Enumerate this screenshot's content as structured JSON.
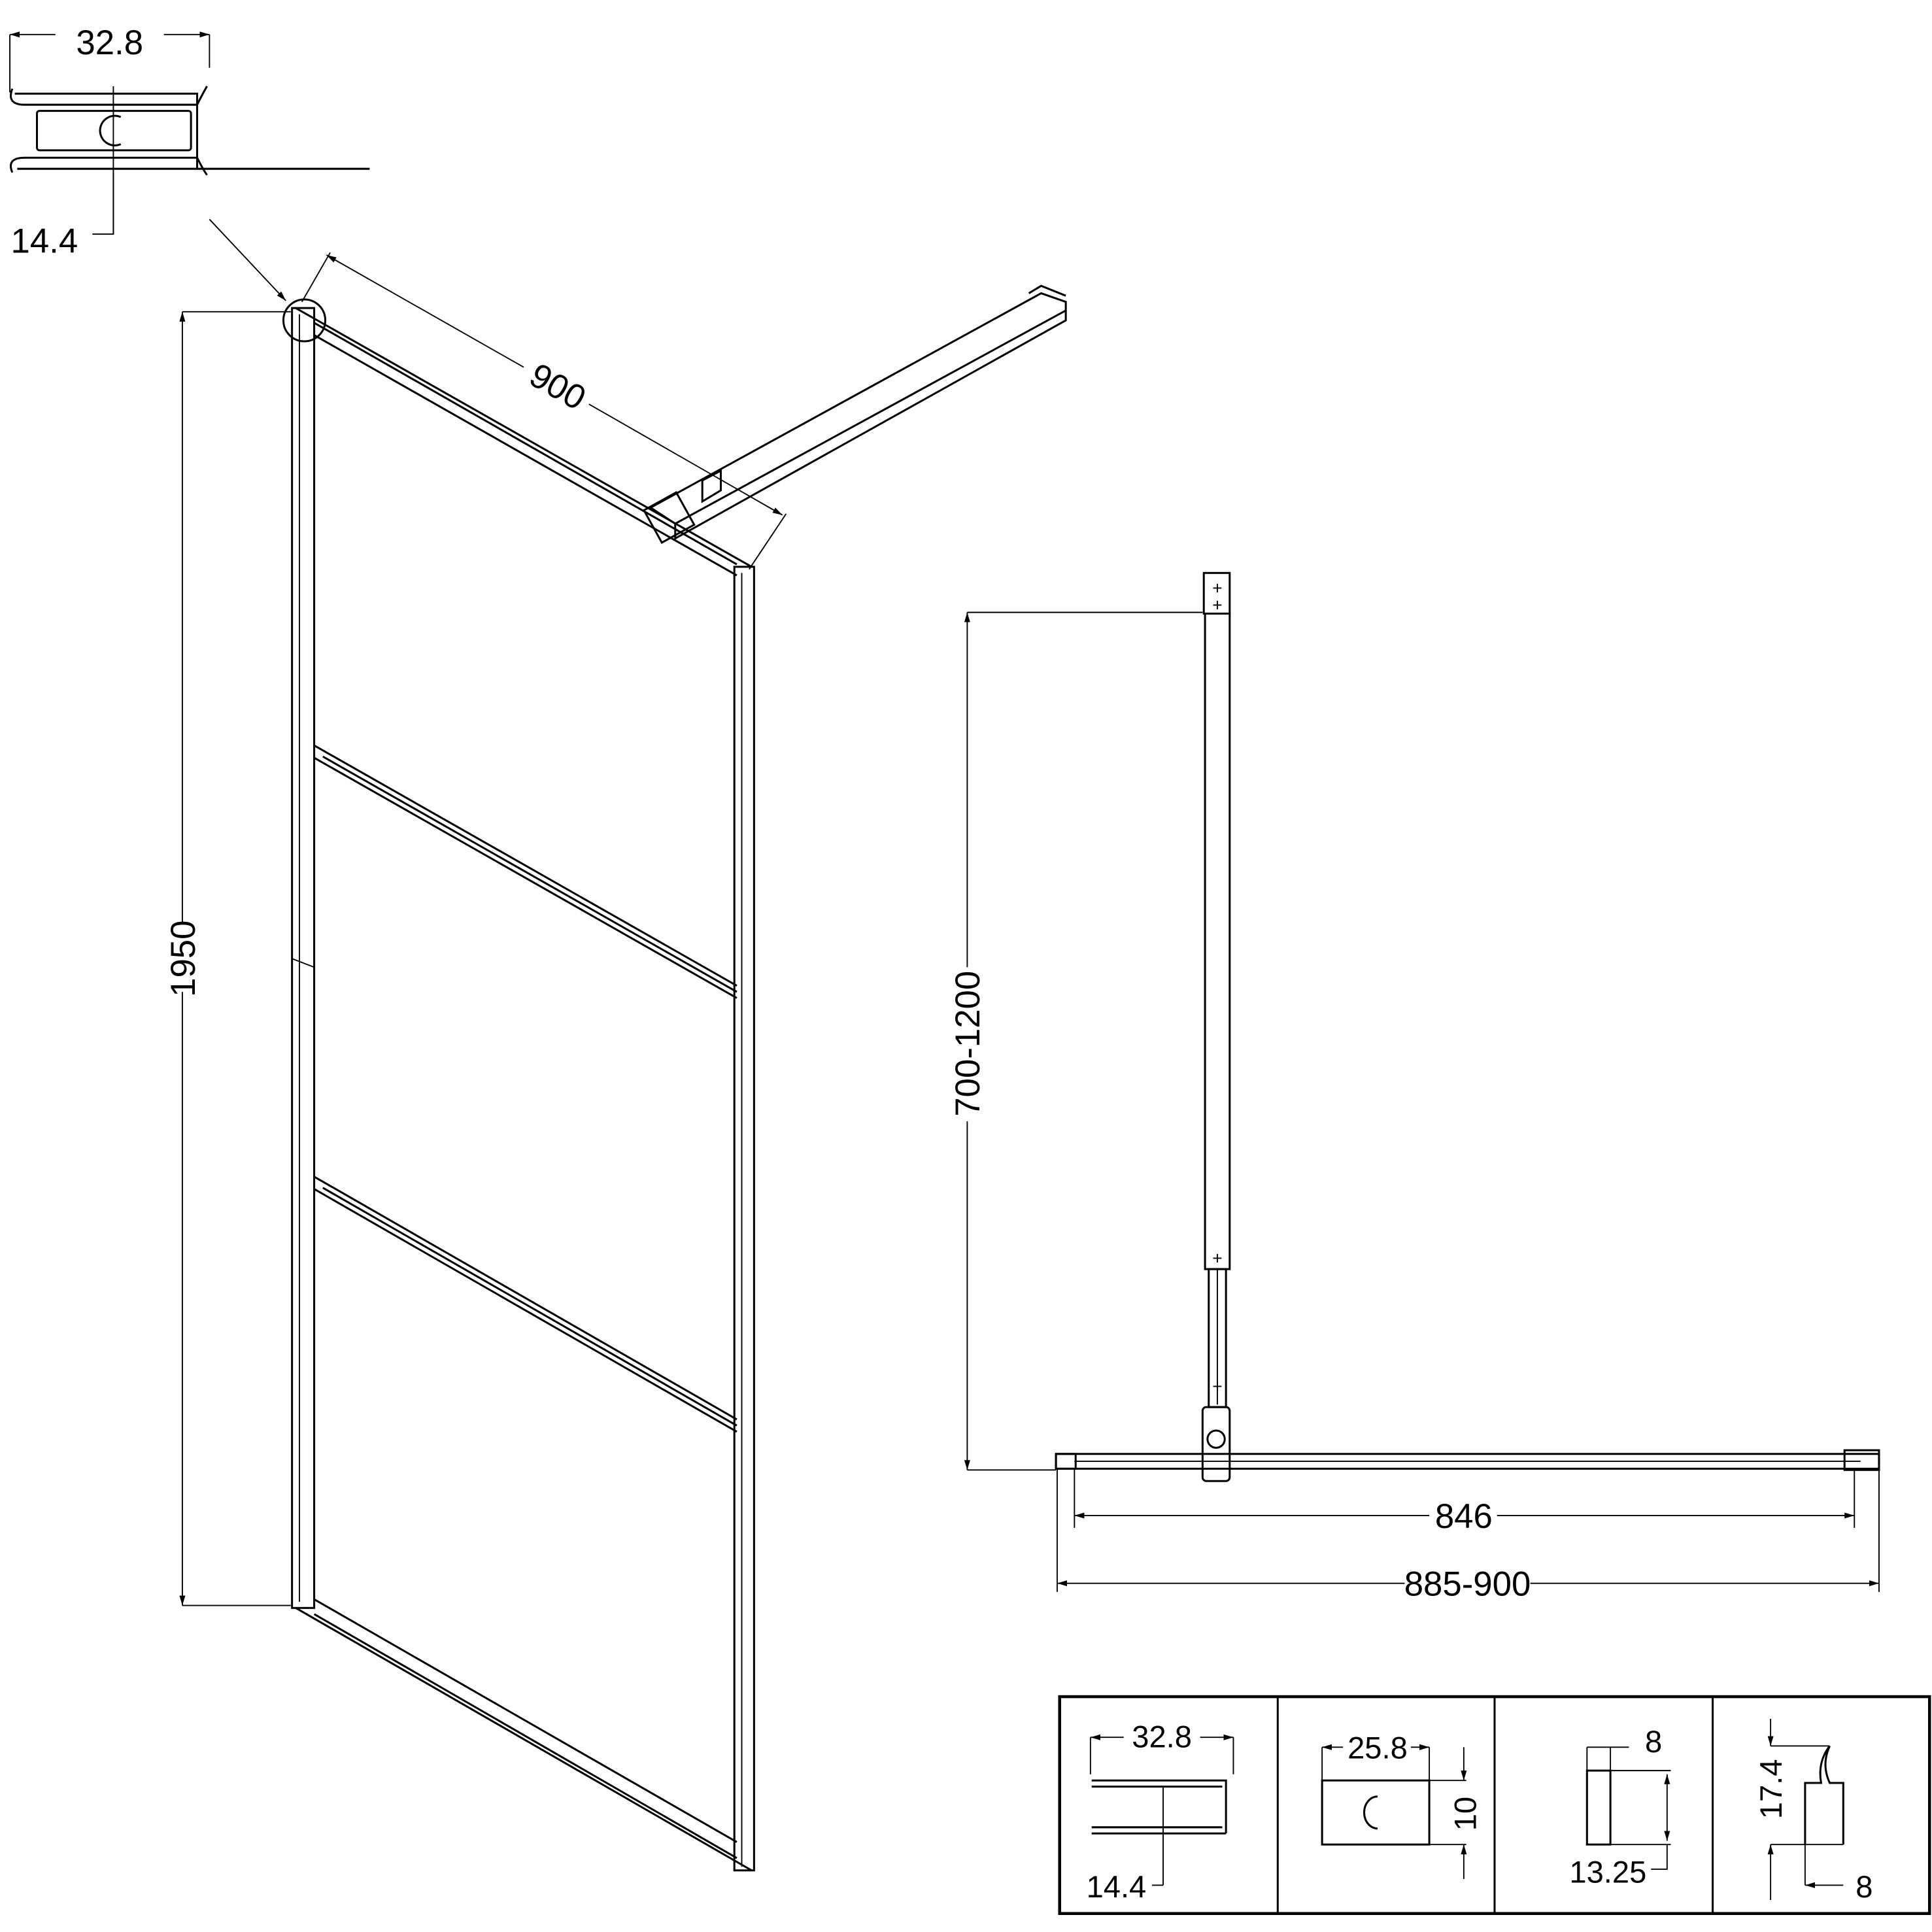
{
  "detail_callout": {
    "width_label": "32.8",
    "depth_label": "14.4"
  },
  "perspective_view": {
    "height_label": "1950",
    "width_label": "900"
  },
  "plan_view": {
    "arm_length_label": "700-1200",
    "glass_width_label": "846",
    "overall_width_label": "885-900"
  },
  "profile_table": {
    "cells": [
      {
        "width_label": "32.8",
        "depth_label": "14.4"
      },
      {
        "width_label": "25.8",
        "height_label": "10"
      },
      {
        "width_label": "8",
        "height_label": "13.25"
      },
      {
        "height_label": "17.4",
        "width_label": "8"
      }
    ]
  }
}
